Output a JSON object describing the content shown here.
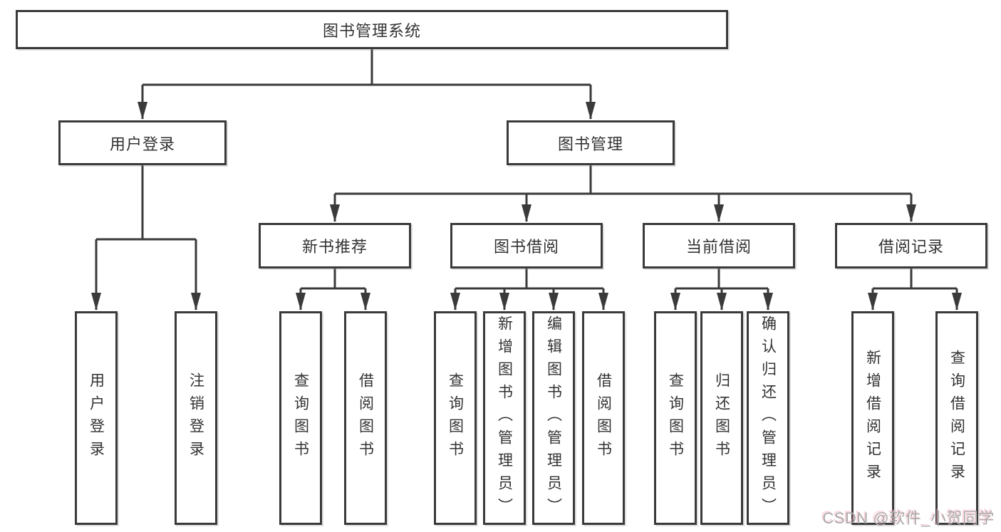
{
  "diagram": {
    "root": {
      "label": "图书管理系统"
    },
    "level2": [
      {
        "label": "用户登录"
      },
      {
        "label": "图书管理"
      }
    ],
    "level3": [
      {
        "label": "新书推荐"
      },
      {
        "label": "图书借阅"
      },
      {
        "label": "当前借阅"
      },
      {
        "label": "借阅记录"
      }
    ],
    "leaves": {
      "login": [
        "用户登录",
        "注销登录"
      ],
      "new_books": [
        "查询图书",
        "借阅图书"
      ],
      "book_borrow": [
        "查询图书",
        "新增图书（管理员）",
        "编辑图书（管理员）",
        "借阅图书"
      ],
      "current_borrow": [
        "查询图书",
        "归还图书",
        "确认归还（管理员）"
      ],
      "borrow_records": [
        "新增借阅记录",
        "查询借阅记录"
      ]
    }
  },
  "watermark": {
    "text": "CSDN @软件_小贺同学"
  },
  "colors": {
    "line": "#3a3a3a",
    "text": "#333333",
    "background": "#ffffff",
    "watermark_gray": "#a9a9a9",
    "watermark_pink": "#f9aab9"
  }
}
